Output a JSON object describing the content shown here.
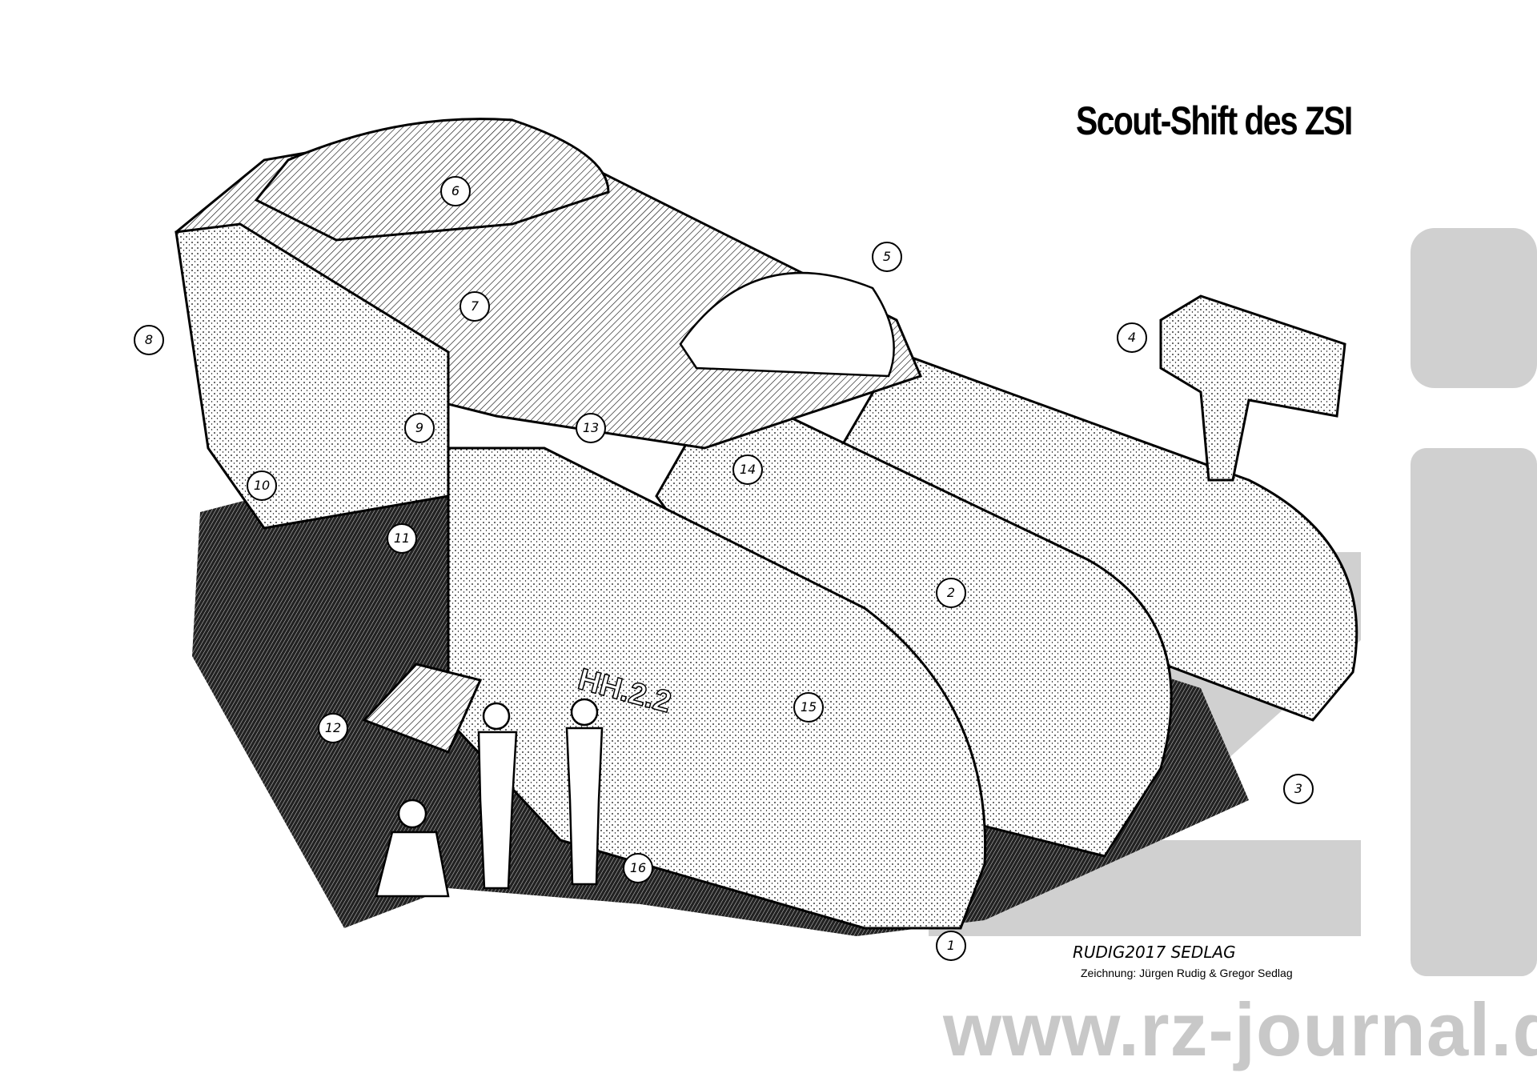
{
  "title": "Scout-Shift des ZSI",
  "callouts": [
    "1",
    "2",
    "3",
    "4",
    "5",
    "6",
    "7",
    "8",
    "9",
    "10",
    "11",
    "12",
    "13",
    "14",
    "15",
    "16"
  ],
  "signature": "RUDIG2017 SEDLAG",
  "credit": "Zeichnung: Jürgen Rudig & Gregor Sedlag",
  "watermark": "www.rz-journal.de",
  "hull_number": "HH.2.2",
  "colors": {
    "ink": "#000000",
    "watermark": "#c8c8c8",
    "paper": "#ffffff"
  }
}
